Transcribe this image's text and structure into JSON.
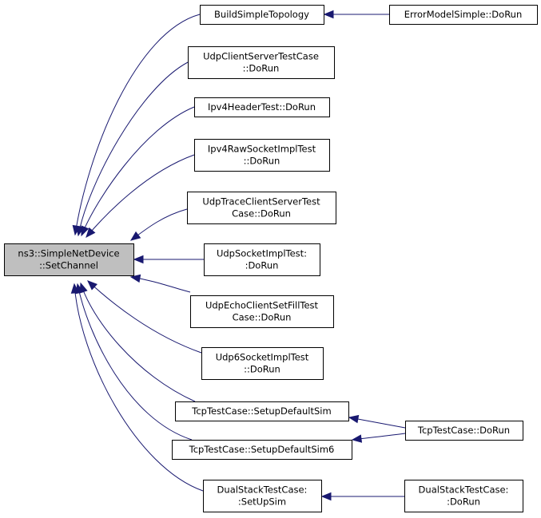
{
  "graph": {
    "root": {
      "id": "root",
      "lines": [
        "ns3::SimpleNetDevice",
        "::SetChannel"
      ]
    },
    "nodes": [
      {
        "id": "bst",
        "lines": [
          "BuildSimpleTopology"
        ]
      },
      {
        "id": "ems",
        "lines": [
          "ErrorModelSimple::DoRun"
        ]
      },
      {
        "id": "ucs",
        "lines": [
          "UdpClientServerTestCase",
          "::DoRun"
        ]
      },
      {
        "id": "ipv4h",
        "lines": [
          "Ipv4HeaderTest::DoRun"
        ]
      },
      {
        "id": "ipv4r",
        "lines": [
          "Ipv4RawSocketImplTest",
          "::DoRun"
        ]
      },
      {
        "id": "utcs",
        "lines": [
          "UdpTraceClientServerTest",
          "Case::DoRun"
        ]
      },
      {
        "id": "usi",
        "lines": [
          "UdpSocketImplTest:",
          ":DoRun"
        ]
      },
      {
        "id": "uecs",
        "lines": [
          "UdpEchoClientSetFillTest",
          "Case::DoRun"
        ]
      },
      {
        "id": "u6si",
        "lines": [
          "Udp6SocketImplTest",
          "::DoRun"
        ]
      },
      {
        "id": "tsds",
        "lines": [
          "TcpTestCase::SetupDefaultSim"
        ]
      },
      {
        "id": "tsds6",
        "lines": [
          "TcpTestCase::SetupDefaultSim6"
        ]
      },
      {
        "id": "tdr",
        "lines": [
          "TcpTestCase::DoRun"
        ]
      },
      {
        "id": "dsss",
        "lines": [
          "DualStackTestCase:",
          ":SetUpSim"
        ]
      },
      {
        "id": "dsdr",
        "lines": [
          "DualStackTestCase:",
          ":DoRun"
        ]
      }
    ],
    "edges": [
      {
        "from": "bst",
        "to": "root"
      },
      {
        "from": "ucs",
        "to": "root"
      },
      {
        "from": "ipv4h",
        "to": "root"
      },
      {
        "from": "ipv4r",
        "to": "root"
      },
      {
        "from": "utcs",
        "to": "root"
      },
      {
        "from": "usi",
        "to": "root"
      },
      {
        "from": "uecs",
        "to": "root"
      },
      {
        "from": "u6si",
        "to": "root"
      },
      {
        "from": "tsds",
        "to": "root"
      },
      {
        "from": "tsds6",
        "to": "root"
      },
      {
        "from": "dsss",
        "to": "root"
      },
      {
        "from": "ems",
        "to": "bst"
      },
      {
        "from": "tdr",
        "to": "tsds"
      },
      {
        "from": "tdr",
        "to": "tsds6"
      },
      {
        "from": "dsdr",
        "to": "dsss"
      }
    ],
    "colors": {
      "edge": "#191970",
      "root_fill": "#bfbfbf",
      "node_fill": "#ffffff",
      "border": "#000000"
    }
  }
}
